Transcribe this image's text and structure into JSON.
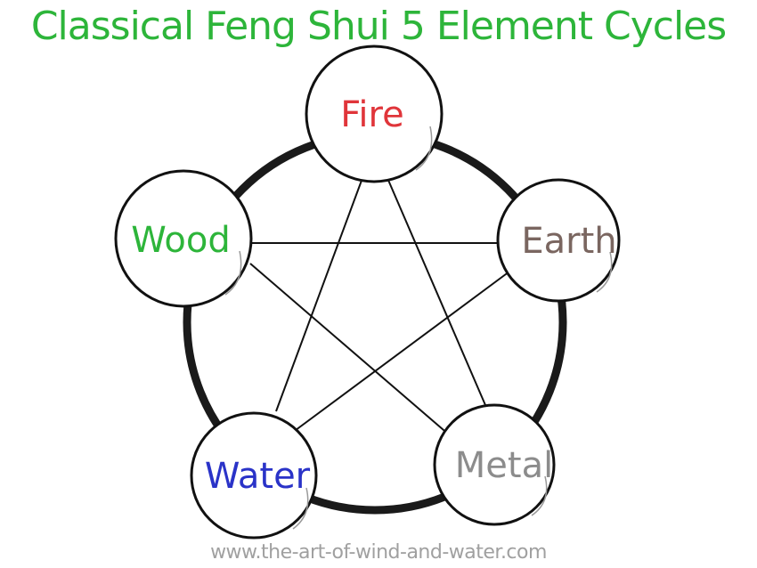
{
  "title": "Classical Feng Shui 5 Element Cycles",
  "footer": "www.the-art-of-wind-and-water.com",
  "colors": {
    "title": "#2db53a",
    "footer": "#a0a0a0",
    "outline": "#111111",
    "cycle_ring": "#1a1a1a"
  },
  "elements": [
    {
      "id": "fire",
      "label": "Fire",
      "color": "#e0353a"
    },
    {
      "id": "earth",
      "label": "Earth",
      "color": "#7a6660"
    },
    {
      "id": "metal",
      "label": "Metal",
      "color": "#8c8c8c"
    },
    {
      "id": "water",
      "label": "Water",
      "color": "#2a33c8"
    },
    {
      "id": "wood",
      "label": "Wood",
      "color": "#2db53a"
    }
  ]
}
